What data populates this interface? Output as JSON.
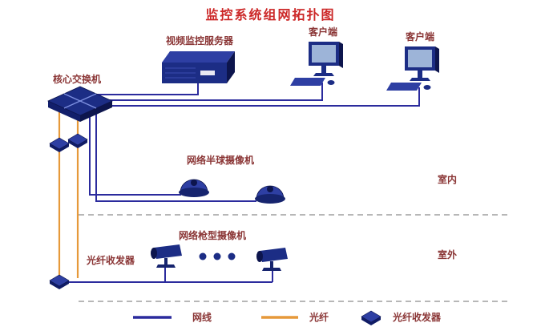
{
  "title": "监控系统组网拓扑图",
  "colors": {
    "title_text": "#cc2727",
    "label_text": "#8a3535",
    "network_cable": "#2b2b9d",
    "fiber": "#e6993a",
    "device_body": "#1c2d85",
    "device_highlight": "#2e3fa3",
    "device_shadow": "#0d154d",
    "divider": "#8c8c8c"
  },
  "nodes": {
    "core_switch": {
      "label": "核心交换机"
    },
    "video_server": {
      "label": "视频监控服务器"
    },
    "client_1": {
      "label": "客户端"
    },
    "client_2": {
      "label": "客户端"
    },
    "dome_camera": {
      "label": "网络半球摄像机"
    },
    "bullet_camera": {
      "label": "网络枪型摄像机"
    },
    "fiber_transceiver": {
      "label": "光纤收发器"
    }
  },
  "regions": {
    "indoor": {
      "label": "室内"
    },
    "outdoor": {
      "label": "室外"
    }
  },
  "legend": [
    {
      "key": "network-cable",
      "label": "网线",
      "color": "#2b2b9d"
    },
    {
      "key": "fiber",
      "label": "光纤",
      "color": "#e6993a"
    },
    {
      "key": "fiber-transceiver",
      "label": "光纤收发器"
    }
  ]
}
